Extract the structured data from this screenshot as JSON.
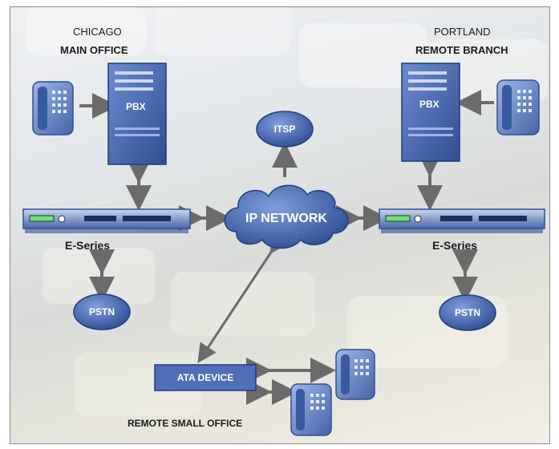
{
  "left_site": {
    "city": "CHICAGO",
    "office": "MAIN OFFICE"
  },
  "right_site": {
    "city": "PORTLAND",
    "office": "REMOTE BRANCH"
  },
  "pbx_label": "PBX",
  "itsp_label": "ITSP",
  "network_label": "IP NETWORK",
  "gateway_label": "E-Series",
  "pstn_label": "PSTN",
  "ata_label": "ATA DEVICE",
  "small_office_label": "REMOTE SMALL OFFICE",
  "colors": {
    "device_blue": "#3d5fa6",
    "dark_blue": "#223f7a",
    "arrow_gray": "#6b6b6b",
    "cloud": "#6f8fcf"
  }
}
